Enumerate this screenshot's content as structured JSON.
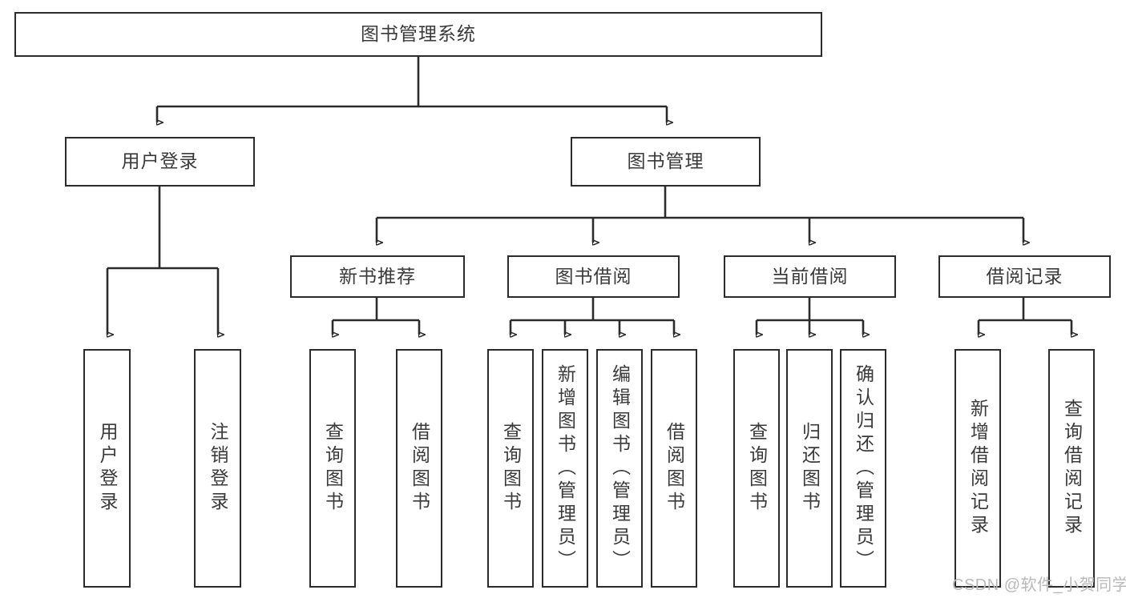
{
  "diagram": {
    "type": "tree-hierarchy",
    "title": "图书管理系统",
    "root": {
      "id": "root",
      "label": "图书管理系统"
    },
    "level1": [
      {
        "id": "user-login",
        "label": "用户登录"
      },
      {
        "id": "book-manage",
        "label": "图书管理"
      }
    ],
    "level2": [
      {
        "id": "new-book-recommend",
        "label": "新书推荐",
        "parent": "book-manage"
      },
      {
        "id": "book-borrow",
        "label": "图书借阅",
        "parent": "book-manage"
      },
      {
        "id": "current-borrow",
        "label": "当前借阅",
        "parent": "book-manage"
      },
      {
        "id": "borrow-record",
        "label": "借阅记录",
        "parent": "book-manage"
      }
    ],
    "leaves": [
      {
        "id": "leaf-user-login",
        "label": "用户登录",
        "parent": "user-login"
      },
      {
        "id": "leaf-logout",
        "label": "注销登录",
        "parent": "user-login"
      },
      {
        "id": "leaf-query-book-1",
        "label": "查询图书",
        "parent": "new-book-recommend"
      },
      {
        "id": "leaf-borrow-book-1",
        "label": "借阅图书",
        "parent": "new-book-recommend"
      },
      {
        "id": "leaf-query-book-2",
        "label": "查询图书",
        "parent": "book-borrow"
      },
      {
        "id": "leaf-add-book",
        "label": "新增图书（管理员）",
        "parent": "book-borrow"
      },
      {
        "id": "leaf-edit-book",
        "label": "编辑图书（管理员）",
        "parent": "book-borrow"
      },
      {
        "id": "leaf-borrow-book-2",
        "label": "借阅图书",
        "parent": "book-borrow"
      },
      {
        "id": "leaf-query-book-3",
        "label": "查询图书",
        "parent": "current-borrow"
      },
      {
        "id": "leaf-return-book",
        "label": "归还图书",
        "parent": "current-borrow"
      },
      {
        "id": "leaf-confirm-return",
        "label": "确认归还（管理员）",
        "parent": "current-borrow"
      },
      {
        "id": "leaf-add-record",
        "label": "新增借阅记录",
        "parent": "borrow-record"
      },
      {
        "id": "leaf-query-record",
        "label": "查询借阅记录",
        "parent": "borrow-record"
      }
    ]
  },
  "watermark": {
    "text": "CSDN @软件_小贺同学"
  },
  "colors": {
    "stroke": "#2b2b2b",
    "text": "#3a3a3a",
    "background": "#ffffff",
    "watermark": "#b9b9b9"
  }
}
